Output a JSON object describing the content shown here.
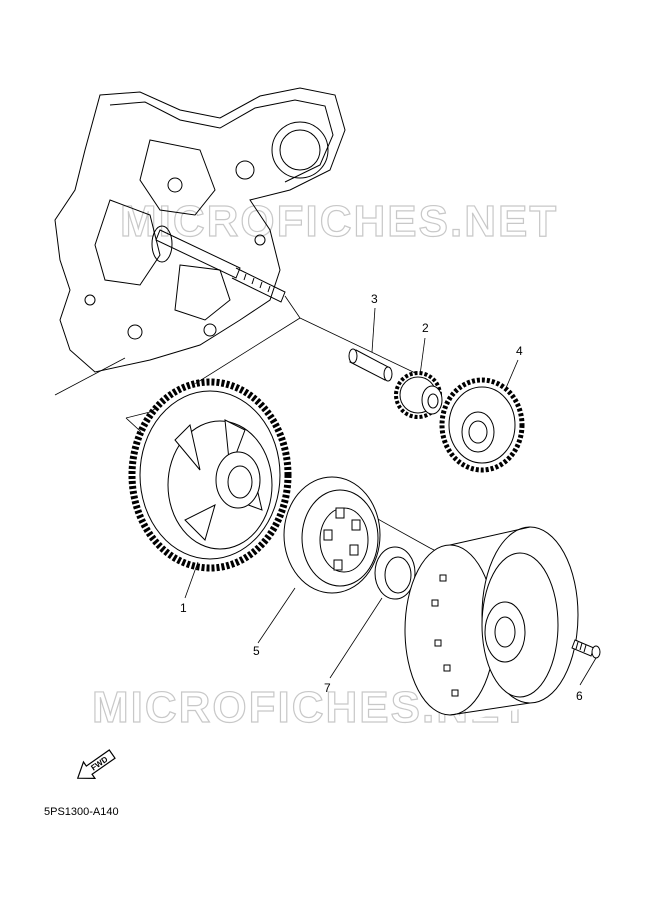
{
  "callouts": [
    "1",
    "2",
    "3",
    "4",
    "5",
    "6",
    "7"
  ],
  "fwd_label": "FWD",
  "diagram_code": "5PS1300-A140",
  "watermark": "MICROFICHES.NET",
  "colors": {
    "line": "#000000",
    "watermark": "#c8c8c8",
    "background": "#ffffff"
  },
  "icons": [
    "fwd-arrow-icon"
  ]
}
